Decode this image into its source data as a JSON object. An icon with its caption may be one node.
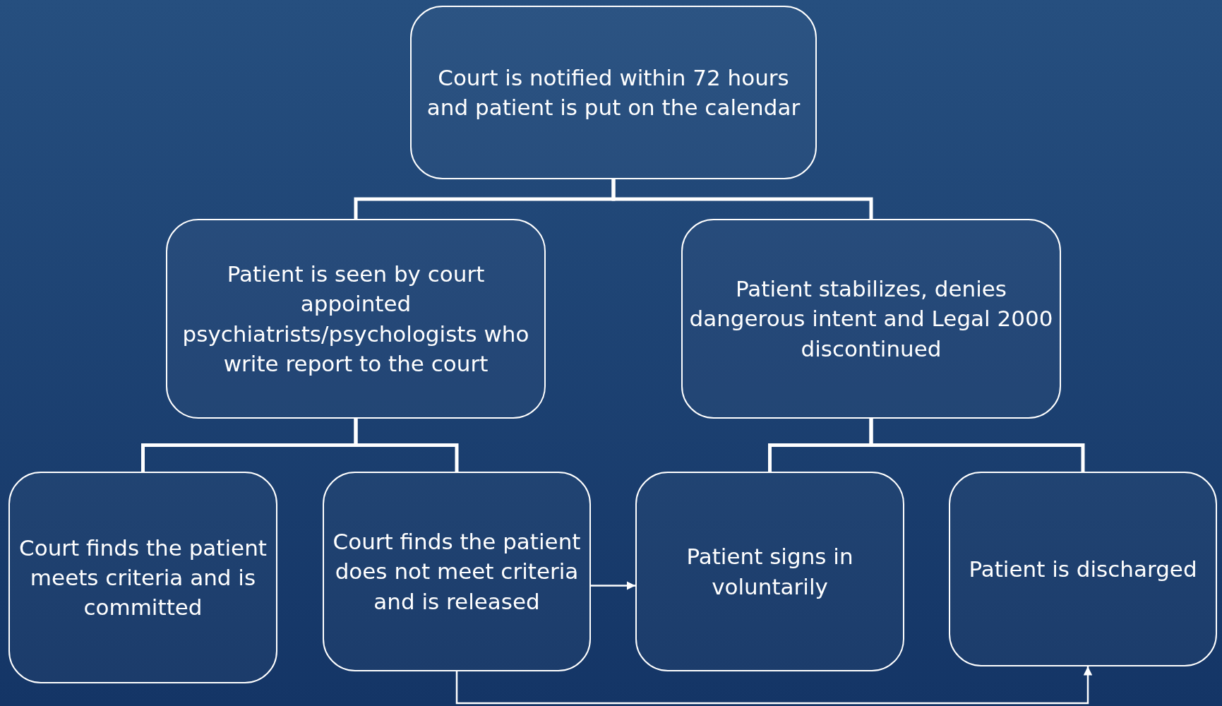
{
  "diagram": {
    "nodes": [
      {
        "text": [
          "Court is notified within 72 hours and patient is put on the calendar"
        ]
      },
      {
        "text": [
          "Patient is seen by court appointed psychiatrists/psychologists who write report to the court"
        ]
      },
      {
        "text": [
          "Patient stabilizes, denies dangerous intent and Legal 2000 discontinued"
        ]
      },
      {
        "text": [
          "Court finds the patient meets criteria and is committed"
        ]
      },
      {
        "text": [
          "Court finds the patient does not meet criteria and is released"
        ]
      },
      {
        "text": [
          "Patient signs in voluntarily"
        ]
      },
      {
        "text": [
          "Patient is discharged"
        ]
      }
    ],
    "edges": [
      {
        "from": 0,
        "to": 1,
        "arrow": "none"
      },
      {
        "from": 0,
        "to": 2,
        "arrow": "none"
      },
      {
        "from": 1,
        "to": 3,
        "arrow": "none"
      },
      {
        "from": 1,
        "to": 4,
        "arrow": "none"
      },
      {
        "from": 2,
        "to": 5,
        "arrow": "none"
      },
      {
        "from": 2,
        "to": 6,
        "arrow": "none"
      },
      {
        "from": 4,
        "to": 5,
        "arrow": "to"
      },
      {
        "from": 4,
        "to": 6,
        "arrow": "to"
      }
    ]
  }
}
